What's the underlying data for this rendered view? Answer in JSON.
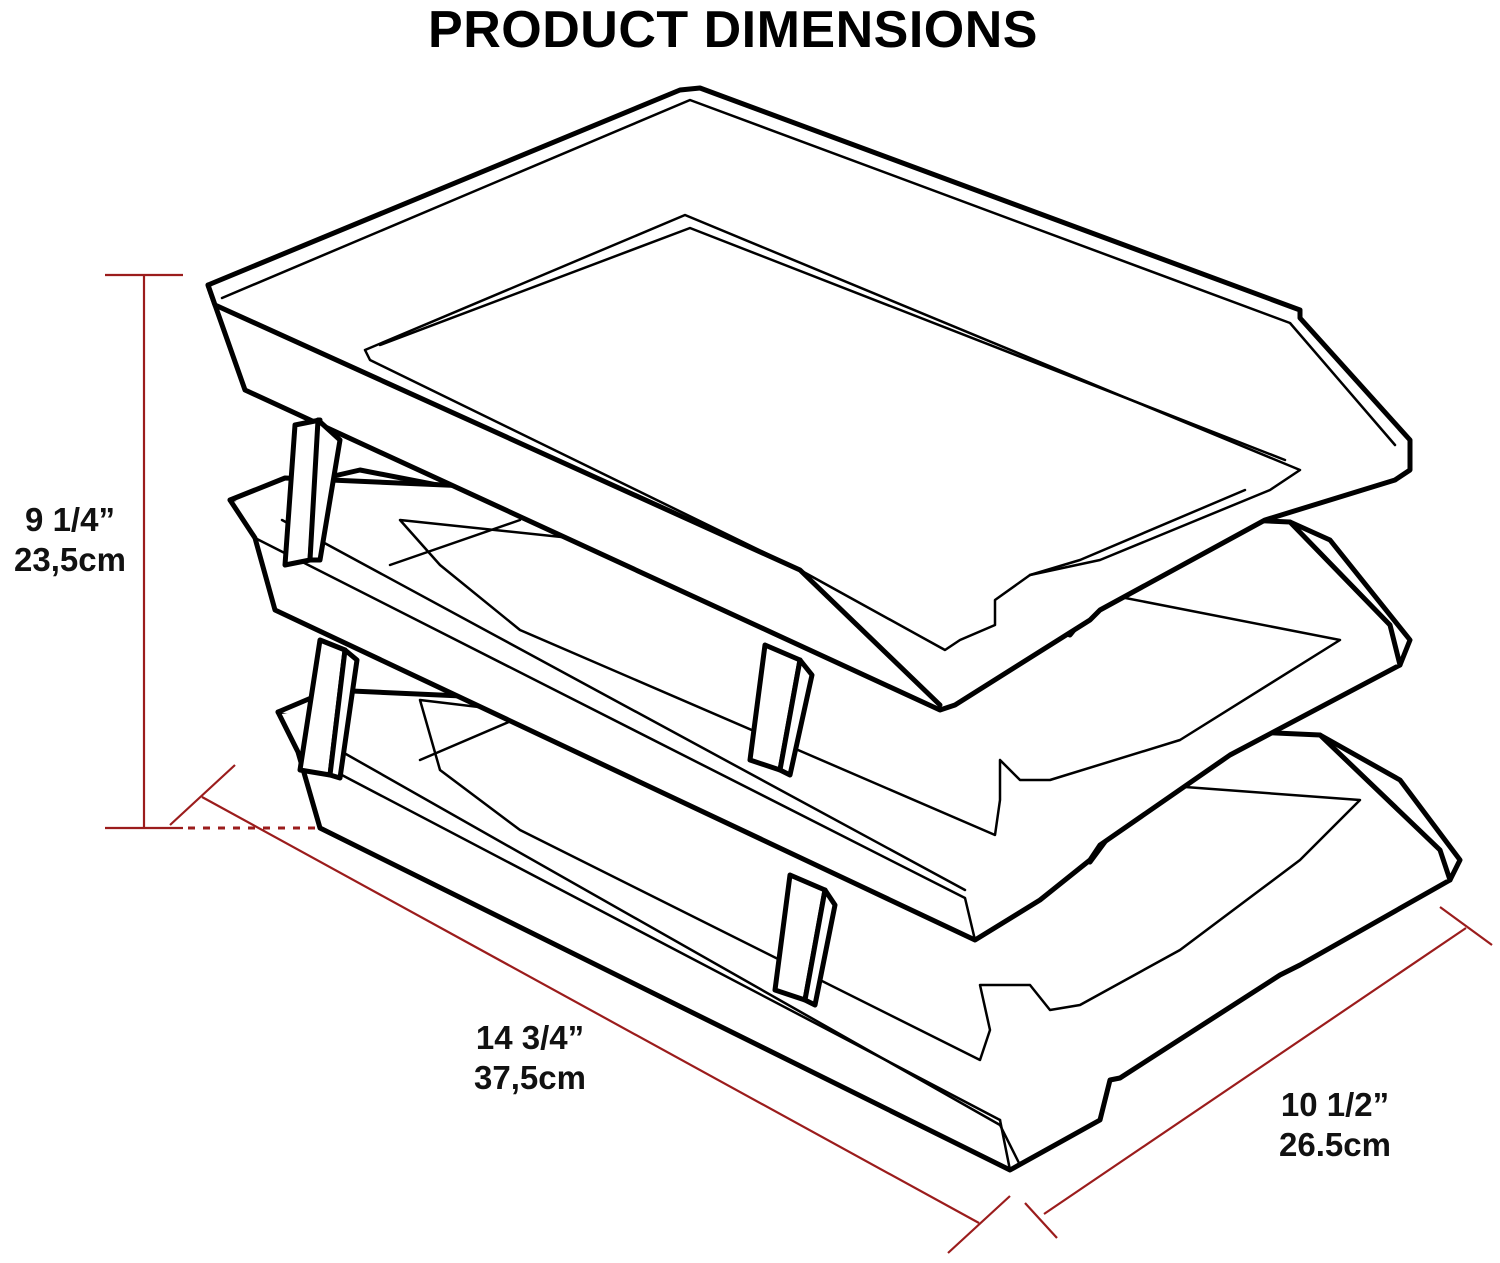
{
  "title": "PRODUCT DIMENSIONS",
  "colors": {
    "dimension_line": "#9b1c1c",
    "drawing_line": "#000000",
    "background": "#ffffff"
  },
  "product": {
    "description": "Three-tier stacking letter/document tray (line drawing)",
    "tiers": 3
  },
  "dimensions": {
    "height": {
      "imperial": "9 1/4”",
      "metric": "23,5cm"
    },
    "length": {
      "imperial": "14 3/4”",
      "metric": "37,5cm"
    },
    "width": {
      "imperial": "10 1/2”",
      "metric": "26.5cm"
    }
  }
}
